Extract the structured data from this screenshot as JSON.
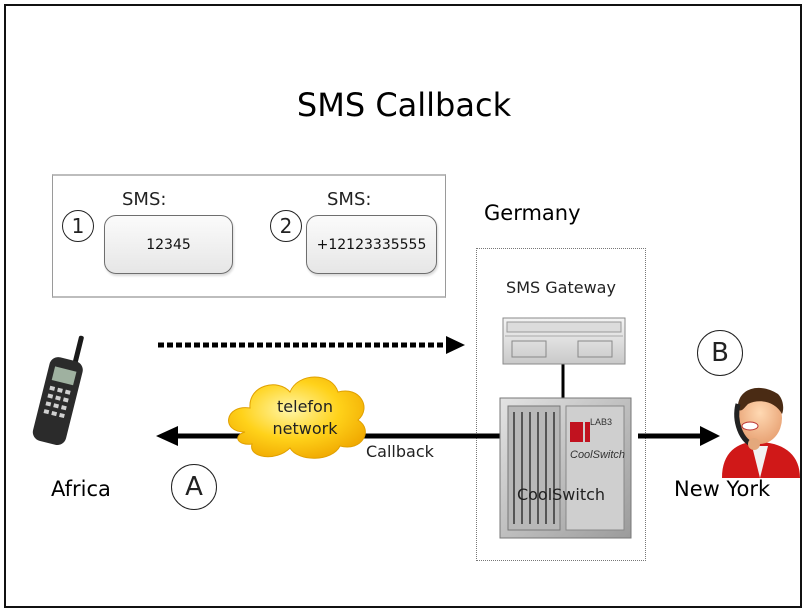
{
  "title": "SMS Callback",
  "sms_steps": [
    {
      "number": "1",
      "label": "SMS:",
      "message": "12345"
    },
    {
      "number": "2",
      "label": "SMS:",
      "message": "+12123335555"
    }
  ],
  "locations": {
    "germany": "Germany",
    "africa": "Africa",
    "new_york": "New York"
  },
  "markers": {
    "a": "A",
    "b": "B"
  },
  "components": {
    "sms_gateway": "SMS Gateway",
    "coolswitch": "CoolSwitch",
    "cloud": "telefon network",
    "callback": "Callback"
  },
  "device_text": {
    "coolswitch_brand": "CoolSwitch",
    "coolswitch_logo": "LAB3"
  }
}
